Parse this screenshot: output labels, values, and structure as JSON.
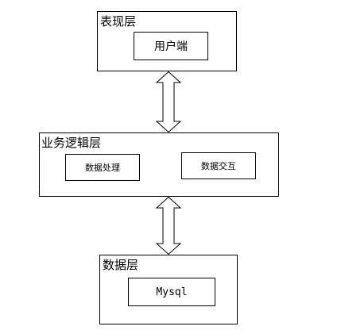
{
  "presentation_layer": {
    "title": "表现层",
    "client_label": "用户端"
  },
  "business_layer": {
    "title": "业务逻辑层",
    "processing_label": "数据处理",
    "interaction_label": "数据交互"
  },
  "data_layer": {
    "title": "数据层",
    "db_label": "Mysql"
  },
  "colors": {
    "stroke": "#000000",
    "background": "#ffffff"
  }
}
